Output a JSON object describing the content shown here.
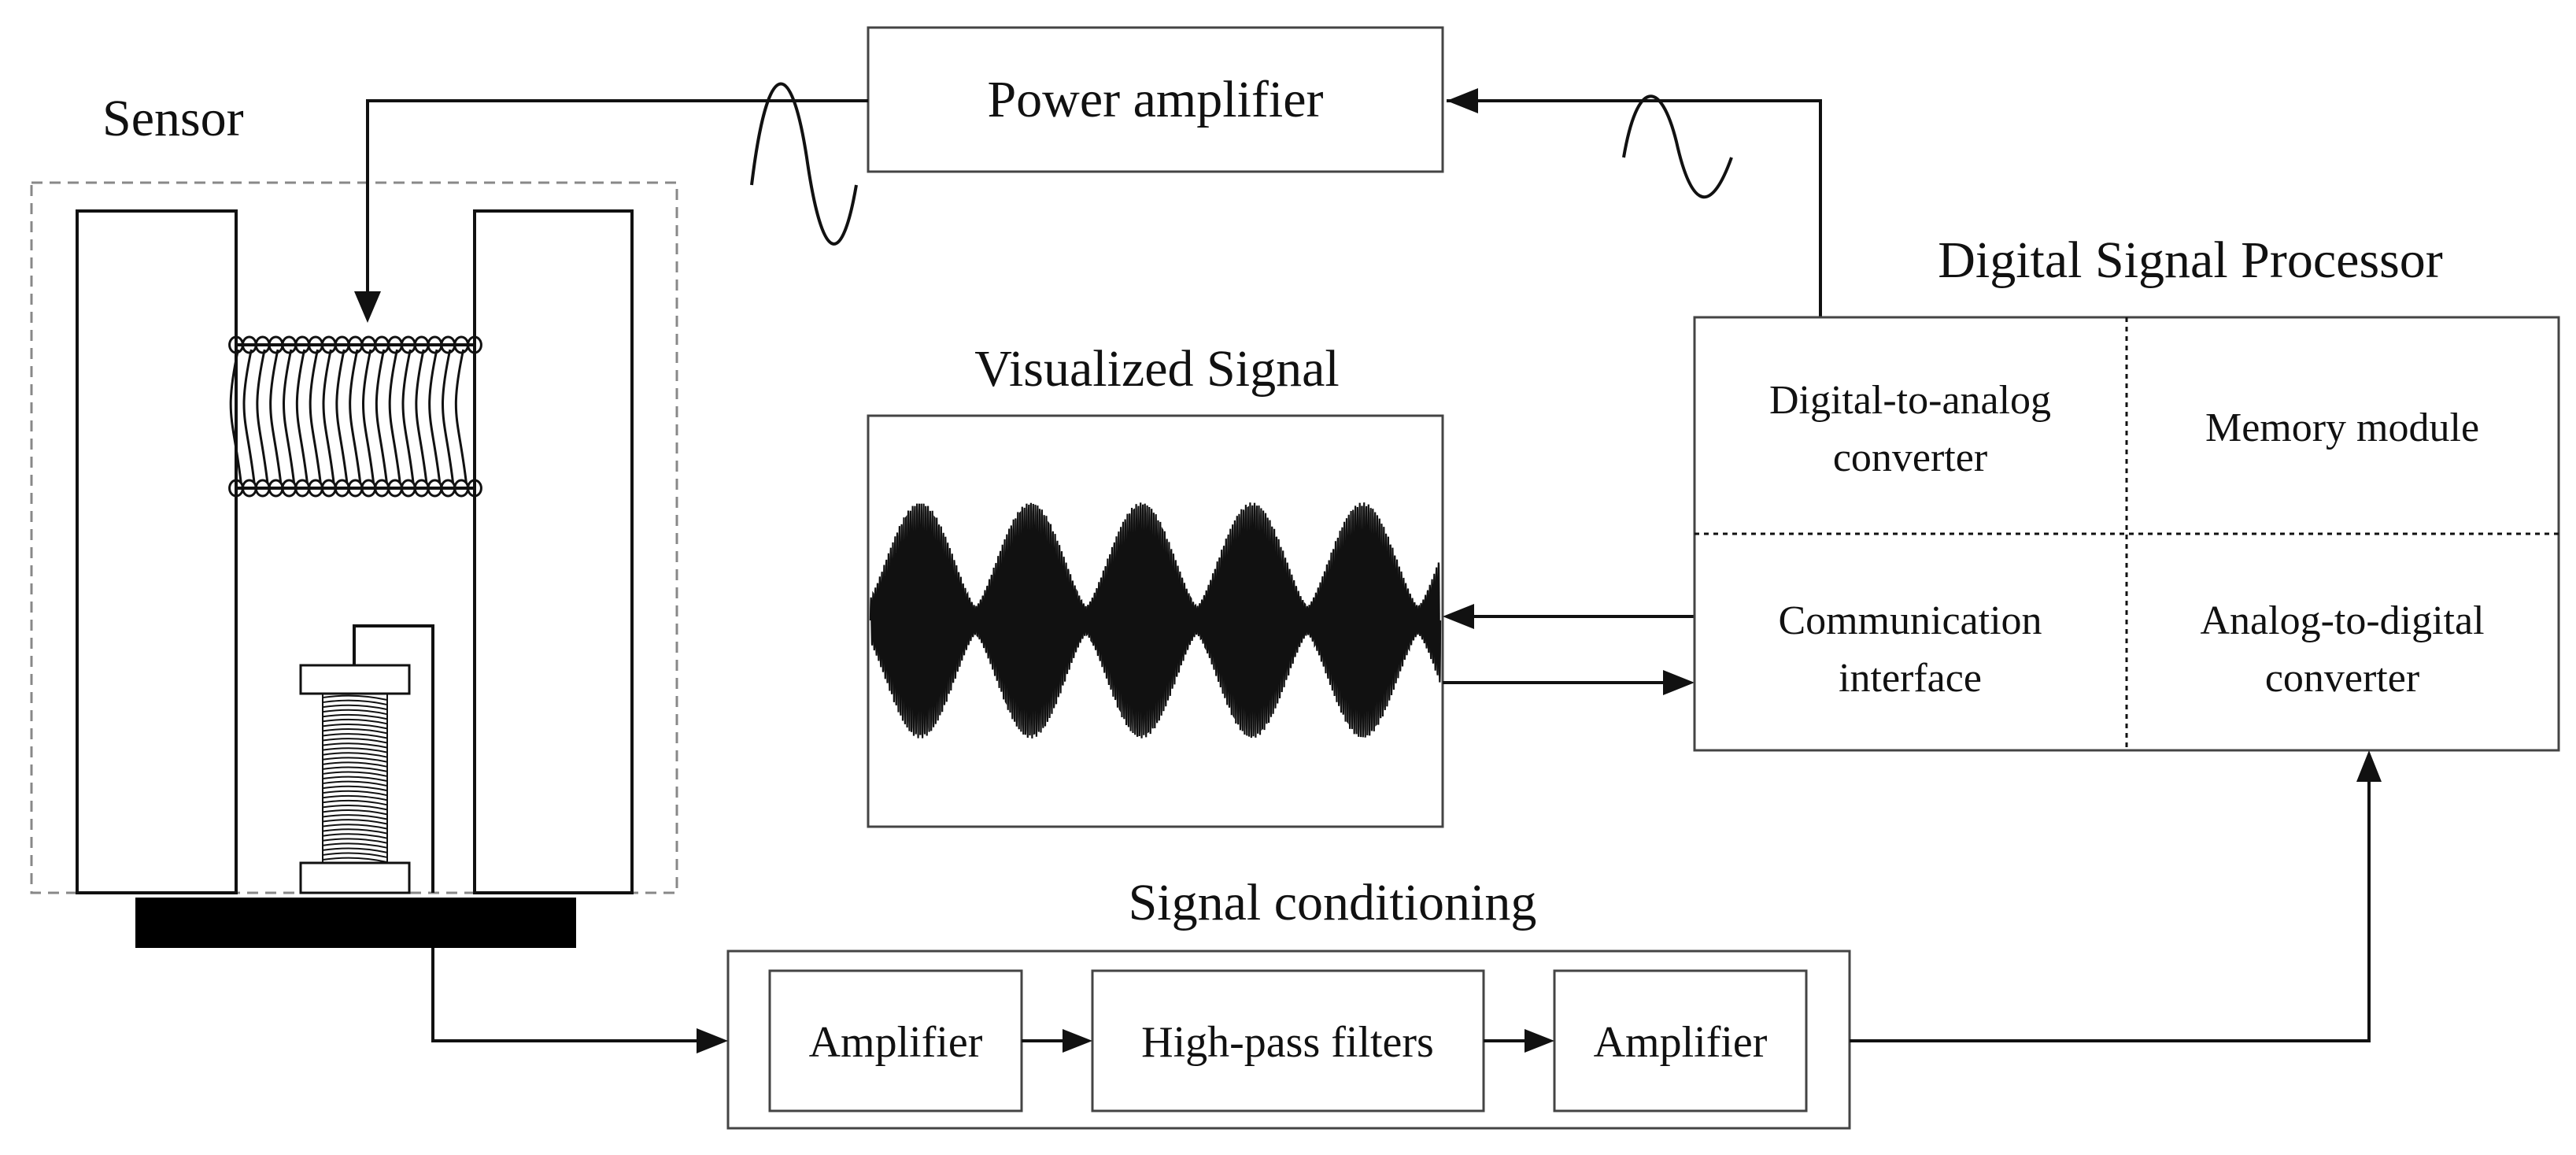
{
  "labels": {
    "sensor": "Sensor",
    "power_amplifier": "Power amplifier",
    "visualized_signal": "Visualized Signal",
    "dsp": "Digital Signal Processor",
    "signal_conditioning": "Signal conditioning"
  },
  "dsp_cells": {
    "dac_line1": "Digital-to-analog",
    "dac_line2": "converter",
    "memory": "Memory module",
    "comm_line1": "Communication",
    "comm_line2": "interface",
    "adc_line1": "Analog-to-digital",
    "adc_line2": "converter"
  },
  "conditioning_blocks": {
    "amp1": "Amplifier",
    "hpf": "High-pass filters",
    "amp2": "Amplifier"
  },
  "colors": {
    "line": "#111111",
    "dashed": "#888888",
    "base": "#000000"
  }
}
